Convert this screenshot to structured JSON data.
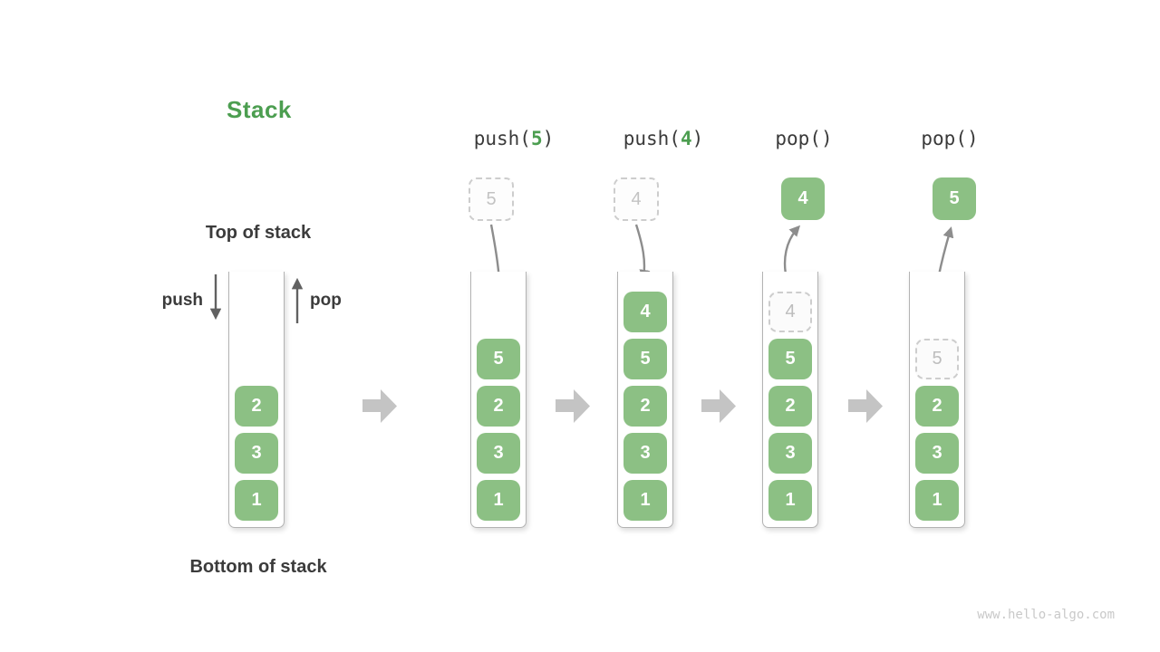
{
  "title": "Stack",
  "watermark": "www.hello-algo.com",
  "anatomy": {
    "top_label": "Top of stack",
    "bottom_label": "Bottom of stack",
    "push_label": "push",
    "pop_label": "pop",
    "elements": [
      "2",
      "3",
      "1"
    ]
  },
  "operations": [
    {
      "label_prefix": "push(",
      "label_arg": "5",
      "label_suffix": ")",
      "floating_value": "5",
      "floating_style": "dashed",
      "arrow_direction": "into-stack",
      "stack": [
        "5",
        "2",
        "3",
        "1"
      ],
      "ghost_slot_index": -1
    },
    {
      "label_prefix": "push(",
      "label_arg": "4",
      "label_suffix": ")",
      "floating_value": "4",
      "floating_style": "dashed",
      "arrow_direction": "into-stack",
      "stack": [
        "4",
        "5",
        "2",
        "3",
        "1"
      ],
      "ghost_slot_index": -1
    },
    {
      "label_prefix": "pop()",
      "label_arg": "",
      "label_suffix": "",
      "floating_value": "4",
      "floating_style": "solid",
      "arrow_direction": "out-of-stack",
      "stack": [
        "4",
        "5",
        "2",
        "3",
        "1"
      ],
      "ghost_slot_index": 0
    },
    {
      "label_prefix": "pop()",
      "label_arg": "",
      "label_suffix": "",
      "floating_value": "5",
      "floating_style": "solid",
      "arrow_direction": "out-of-stack",
      "stack": [
        "5",
        "2",
        "3",
        "1"
      ],
      "ghost_slot_index": 0
    }
  ],
  "colors": {
    "element_green": "#8cc084",
    "accent_green": "#4c9e50",
    "text_dark": "#3b3b3b",
    "curved_arrow_gray": "#8d8d8d",
    "block_arrow_gray": "#c4c4c4",
    "ghost_gray": "#cdcdcd",
    "watermark_gray": "#c9c9c9"
  }
}
